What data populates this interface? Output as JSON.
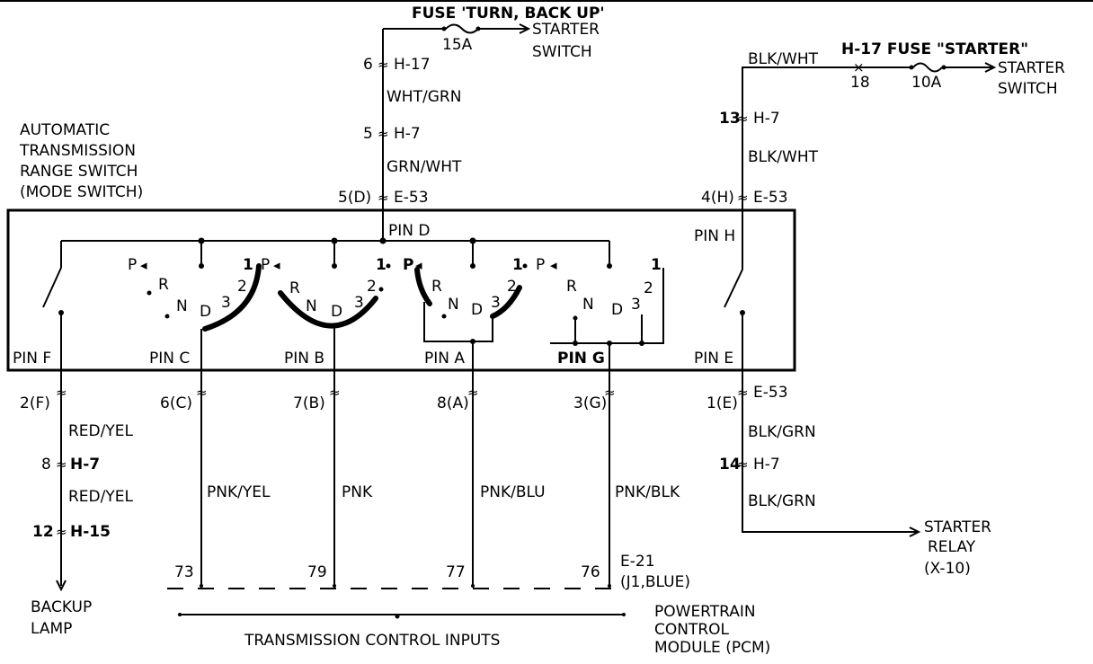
{
  "fuse_top": {
    "title": "FUSE 'TURN, BACK UP'",
    "amp": "15A",
    "dest": [
      "STARTER",
      "SWITCH"
    ]
  },
  "fuse_right": {
    "wire": "BLK/WHT",
    "title": "H-17 FUSE \"STARTER\"",
    "pin": "18",
    "amp": "10A",
    "dest": [
      "STARTER",
      "SWITCH"
    ]
  },
  "switch_name": [
    "AUTOMATIC",
    "TRANSMISSION",
    "RANGE SWITCH",
    "(MODE SWITCH)"
  ],
  "top_left_chain": [
    {
      "pin": "6",
      "conn": "H-17"
    },
    {
      "wire": "WHT/GRN"
    },
    {
      "pin": "5",
      "conn": "H-7"
    },
    {
      "wire": "GRN/WHT"
    },
    {
      "pin": "5(D)",
      "conn": "E-53"
    }
  ],
  "top_right_chain": [
    {
      "pin": "13",
      "conn": "H-7"
    },
    {
      "wire": "BLK/WHT"
    },
    {
      "pin": "4(H)",
      "conn": "E-53"
    }
  ],
  "pin_labels": {
    "pin_d": "PIN D",
    "pin_h": "PIN H",
    "pin_f": "PIN F",
    "pin_c": "PIN C",
    "pin_b": "PIN B",
    "pin_a": "PIN A",
    "pin_g": "PIN G",
    "pin_e": "PIN E"
  },
  "gear_labels": {
    "p": "P",
    "r": "R",
    "n": "N",
    "d": "D",
    "three": "3",
    "two": "2",
    "one": "1"
  },
  "bottom_pins": {
    "f": "2(F)",
    "c": "6(C)",
    "b": "7(B)",
    "a": "8(A)",
    "g": "3(G)",
    "e": "1(E)",
    "e_conn": "E-53"
  },
  "left_chain": {
    "wire1": "RED/YEL",
    "pin2": "8",
    "conn2": "H-7",
    "wire2": "RED/YEL",
    "pin3": "12",
    "conn3": "H-15",
    "dest": [
      "BACKUP",
      "LAMP"
    ]
  },
  "mid_wires": [
    "PNK/YEL",
    "PNK",
    "PNK/BLU",
    "PNK/BLK"
  ],
  "pcm_pins": [
    "73",
    "79",
    "77",
    "76"
  ],
  "pcm_conn": [
    "E-21",
    "(J1,BLUE)"
  ],
  "pcm_name": [
    "POWERTRAIN",
    "CONTROL",
    "MODULE (PCM)"
  ],
  "pcm_inputs": "TRANSMISSION CONTROL INPUTS",
  "right_chain": {
    "wire1": "BLK/GRN",
    "pin2": "14",
    "conn2": "H-7",
    "wire2": "BLK/GRN",
    "dest": [
      "STARTER",
      "RELAY",
      "(X-10)"
    ]
  }
}
